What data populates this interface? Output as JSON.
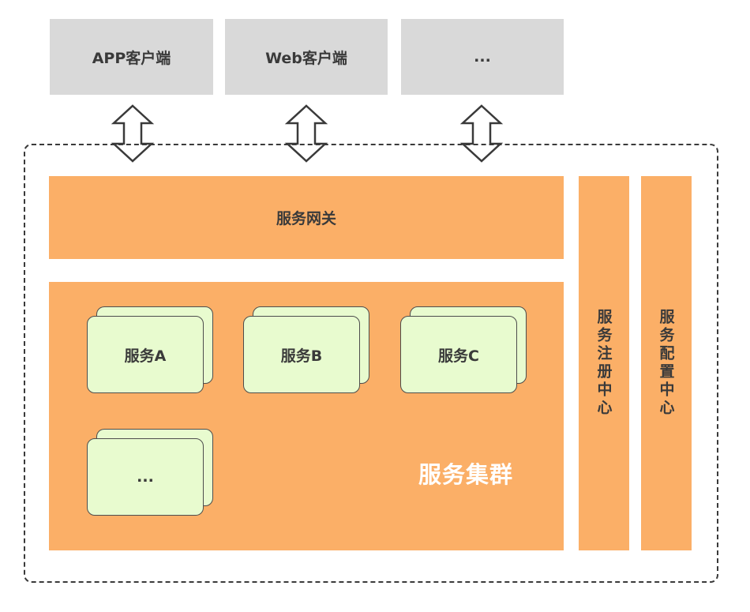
{
  "clients": [
    {
      "label": "APP客户端"
    },
    {
      "label": "Web客户端"
    },
    {
      "label": "..."
    }
  ],
  "gateway": {
    "label": "服务网关"
  },
  "services": [
    {
      "label": "服务A"
    },
    {
      "label": "服务B"
    },
    {
      "label": "服务C"
    },
    {
      "label": "..."
    }
  ],
  "cluster": {
    "label": "服务集群"
  },
  "side_panels": [
    {
      "label": "服务注册中心"
    },
    {
      "label": "服务配置中心"
    }
  ],
  "colors": {
    "client_fill": "#d9d9d9",
    "orange_fill": "#fbaf67",
    "service_fill": "#e8fbcf",
    "outline": "#3a3a3a",
    "cluster_label": "#ffffff"
  }
}
